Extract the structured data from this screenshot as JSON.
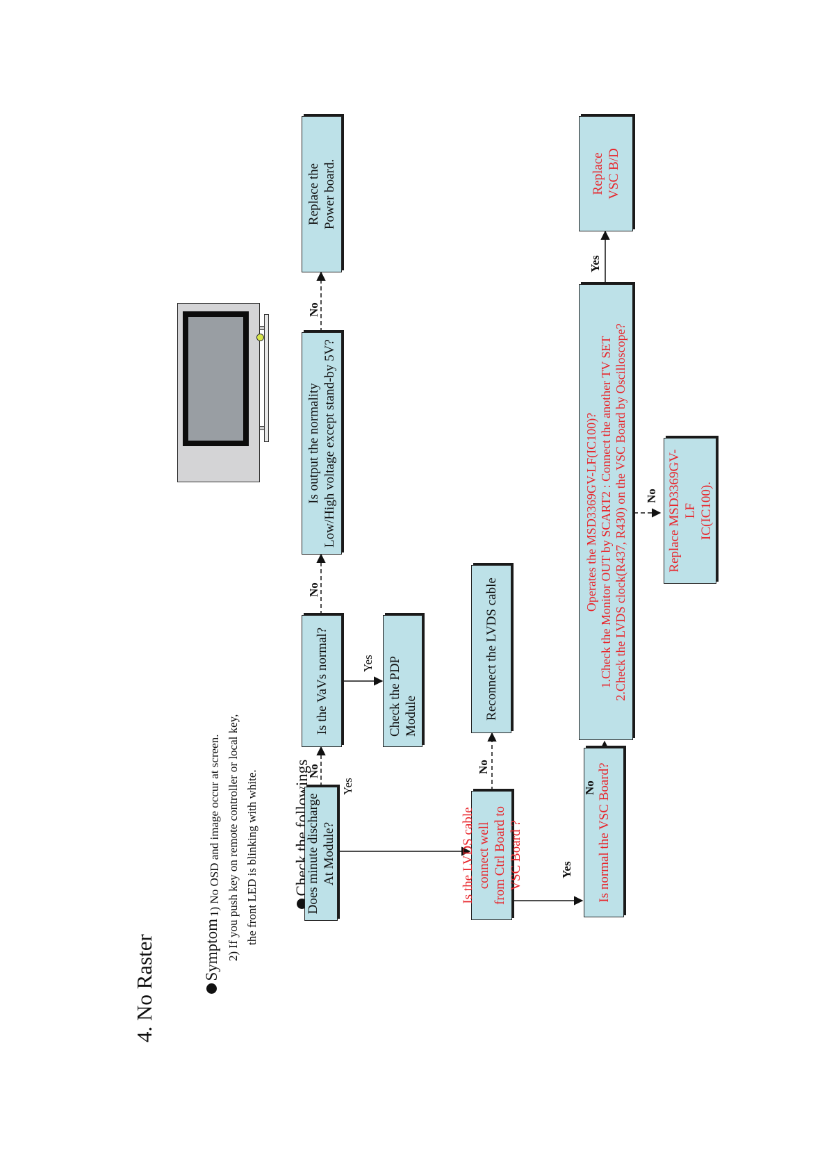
{
  "title": "4. No Raster",
  "symptom": {
    "heading": "Symptom",
    "items": [
      "1) No OSD and image occur at screen.",
      "2) If you push key on remote controller or local key,",
      "the front LED is blinking with white."
    ]
  },
  "check_heading": "Check the followings",
  "nodes": {
    "discharge": "Does minute discharge\nAt Module?",
    "vavs": "Is the VaVs normal?",
    "pdp": "Check the PDP\nModule",
    "output": "Is output the normality\nLow/High voltage except stand-by 5V?",
    "power": "Replace the\nPower board.",
    "lvds_q": "Is the LVDS cable connect well\nfrom Ctrl Board to VSC Board ?",
    "reconnect": "Reconnect the LVDS cable",
    "vsc_q": "Is normal the VSC Board?",
    "operates": "Operates the MSD3369GV-LF(IC100)?\n1.Check the Monitor OUT by SCART2 : Connect the another TV SET\n2.Check the LVDS clock(R437, R430) on the VSC Board by Oscilloscope?",
    "replace_ic": "Replace MSD3369GV-LF\nIC(IC100).",
    "replace_vsc": "Replace\nVSC B/D"
  },
  "labels": {
    "yes": "Yes",
    "no": "No"
  },
  "colors": {
    "box_fill": "#bde1e8",
    "red_text": "#e8242a",
    "text": "#111111"
  }
}
